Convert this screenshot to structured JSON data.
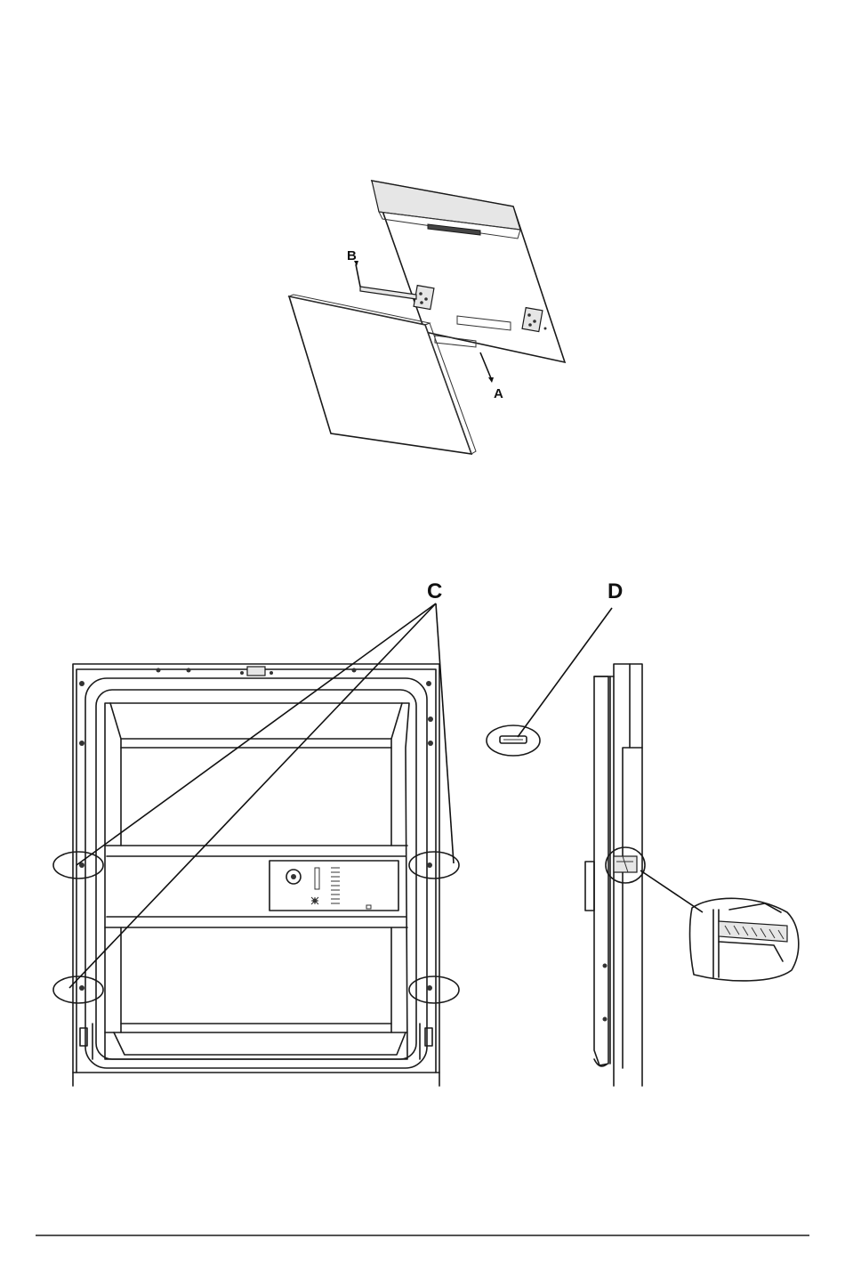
{
  "labels": {
    "a": "A",
    "b": "B",
    "c": "C",
    "d": "D"
  },
  "colors": {
    "line": "#1a1a1a",
    "background": "#ffffff"
  }
}
